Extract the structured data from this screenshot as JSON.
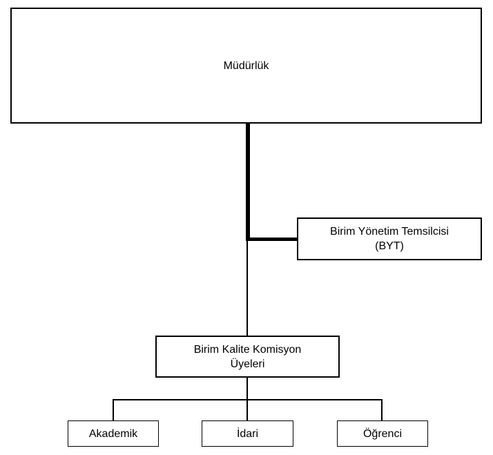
{
  "diagram": {
    "type": "org-chart",
    "colors": {
      "background": "#ffffff",
      "box_fill": "#ffffff",
      "box_border": "#000000",
      "line": "#000000",
      "text": "#000000"
    },
    "nodes": {
      "mudurluk": {
        "label": "Müdürlük"
      },
      "byt": {
        "line1": "Birim Yönetim Temsilcisi",
        "line2": "(BYT)"
      },
      "kalite": {
        "line1": "Birim Kalite Komisyon",
        "line2": "Üyeleri"
      },
      "akademik": {
        "label": "Akademik"
      },
      "idari": {
        "label": "İdari"
      },
      "ogrenci": {
        "label": "Öğrenci"
      }
    },
    "edges": [
      {
        "from": "mudurluk",
        "to": "byt",
        "style": "thick"
      },
      {
        "from": "mudurluk",
        "to": "kalite",
        "style": "thick-then-thin"
      },
      {
        "from": "kalite",
        "to": "akademik",
        "style": "thin"
      },
      {
        "from": "kalite",
        "to": "idari",
        "style": "thin"
      },
      {
        "from": "kalite",
        "to": "ogrenci",
        "style": "thin"
      }
    ]
  }
}
